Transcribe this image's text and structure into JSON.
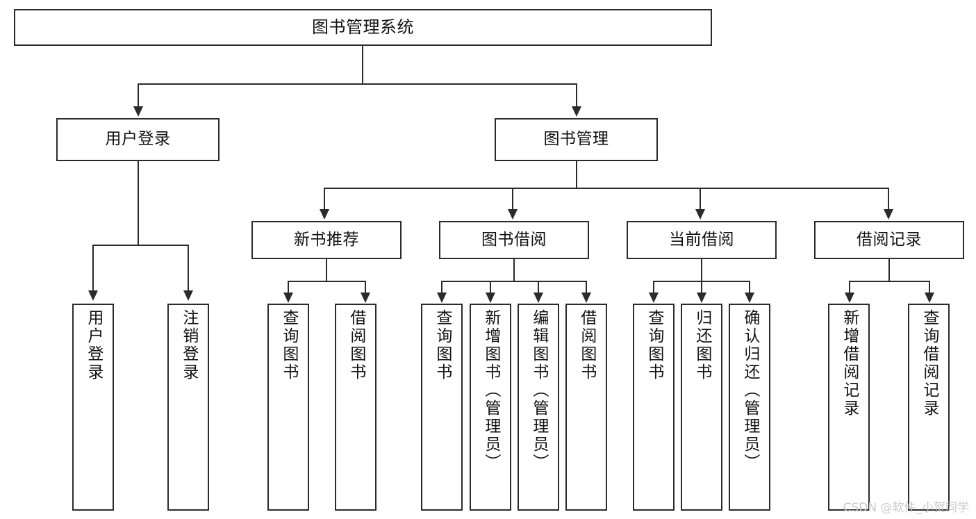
{
  "diagram": {
    "title": "图书管理系统",
    "type": "tree-hierarchy-diagram",
    "levels": {
      "root": {
        "label": "图书管理系统"
      },
      "level2": [
        {
          "label": "用户登录"
        },
        {
          "label": "图书管理"
        }
      ],
      "level3": [
        {
          "label": "新书推荐"
        },
        {
          "label": "图书借阅"
        },
        {
          "label": "当前借阅"
        },
        {
          "label": "借阅记录"
        }
      ],
      "leaves": {
        "user_login": [
          {
            "label": "用户登录"
          },
          {
            "label": "注销登录"
          }
        ],
        "new_book_recommend": [
          {
            "label": "查询图书"
          },
          {
            "label": "借阅图书"
          }
        ],
        "book_borrow": [
          {
            "label": "查询图书"
          },
          {
            "label": "新增图书（管理员）"
          },
          {
            "label": "编辑图书（管理员）"
          },
          {
            "label": "借阅图书"
          }
        ],
        "current_borrow": [
          {
            "label": "查询图书"
          },
          {
            "label": "归还图书"
          },
          {
            "label": "确认归还（管理员）"
          }
        ],
        "borrow_record": [
          {
            "label": "新增借阅记录"
          },
          {
            "label": "查询借阅记录"
          }
        ]
      }
    },
    "watermark": "CSDN @软件_小贺同学",
    "colors": {
      "stroke": "#2b2b2b",
      "background": "#ffffff",
      "text": "#111111",
      "watermark": "#c9c9c9"
    }
  }
}
